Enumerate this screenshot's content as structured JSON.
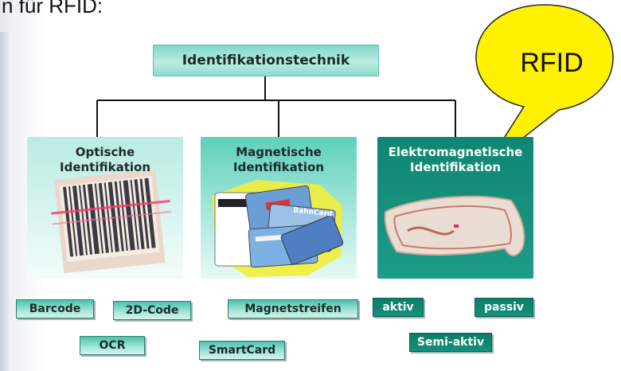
{
  "heading_fragment": "n für RFID:",
  "diagram": {
    "root": "Identifikationstechnik",
    "callout": "RFID",
    "categories": [
      {
        "title_line1": "Optische",
        "title_line2": "Identifikation",
        "image_icon": "barcode-scanner"
      },
      {
        "title_line1": "Magnetische",
        "title_line2": "Identifikation",
        "image_icon": "magnetic-cards"
      },
      {
        "title_line1": "Elektromagnetische",
        "title_line2": "Identifikation",
        "image_icon": "rfid-tag"
      }
    ],
    "card_magnetic_image_text": "BahnCard",
    "tags": {
      "barcode": "Barcode",
      "code2d": "2D-Code",
      "ocr": "OCR",
      "magnetstreifen": "Magnetstreifen",
      "smartcard": "SmartCard",
      "aktiv": "aktiv",
      "passiv": "passiv",
      "semiaktiv": "Semi-aktiv"
    }
  },
  "colors": {
    "teal_dark": "#0f8672",
    "teal_light": "#8fdccd",
    "callout_yellow": "#fff200"
  }
}
